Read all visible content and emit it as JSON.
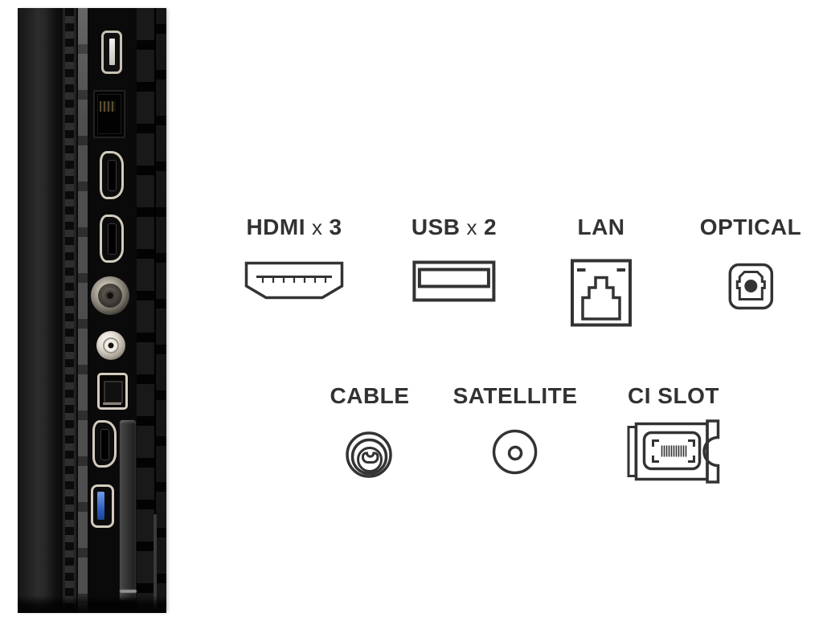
{
  "legend": {
    "items": [
      {
        "name": "HDMI",
        "times": "x",
        "count": "3",
        "icon": "hdmi-connector-icon"
      },
      {
        "name": "USB",
        "times": "x",
        "count": "2",
        "icon": "usb-connector-icon"
      },
      {
        "label": "LAN",
        "icon": "lan-rj45-icon"
      },
      {
        "label": "OPTICAL",
        "icon": "optical-toslink-icon"
      },
      {
        "label": "CABLE",
        "icon": "cable-coax-icon"
      },
      {
        "label": "SATELLITE",
        "icon": "satellite-fconnector-icon"
      },
      {
        "label": "CI SLOT",
        "icon": "ci-module-icon"
      }
    ]
  },
  "photo": {
    "ports": [
      "usb-port",
      "lan-port",
      "hdmi-port",
      "hdmi-port",
      "antenna-coax-connector",
      "satellite-connector",
      "optical-port",
      "hdmi-port",
      "usb3-port",
      "ci-slot"
    ]
  },
  "colors": {
    "background": "#ffffff",
    "label_text": "#323232",
    "icon_stroke": "#333333",
    "usb3_port_blue": "#2858b8",
    "port_outline_cream": "#d3cbbd"
  }
}
